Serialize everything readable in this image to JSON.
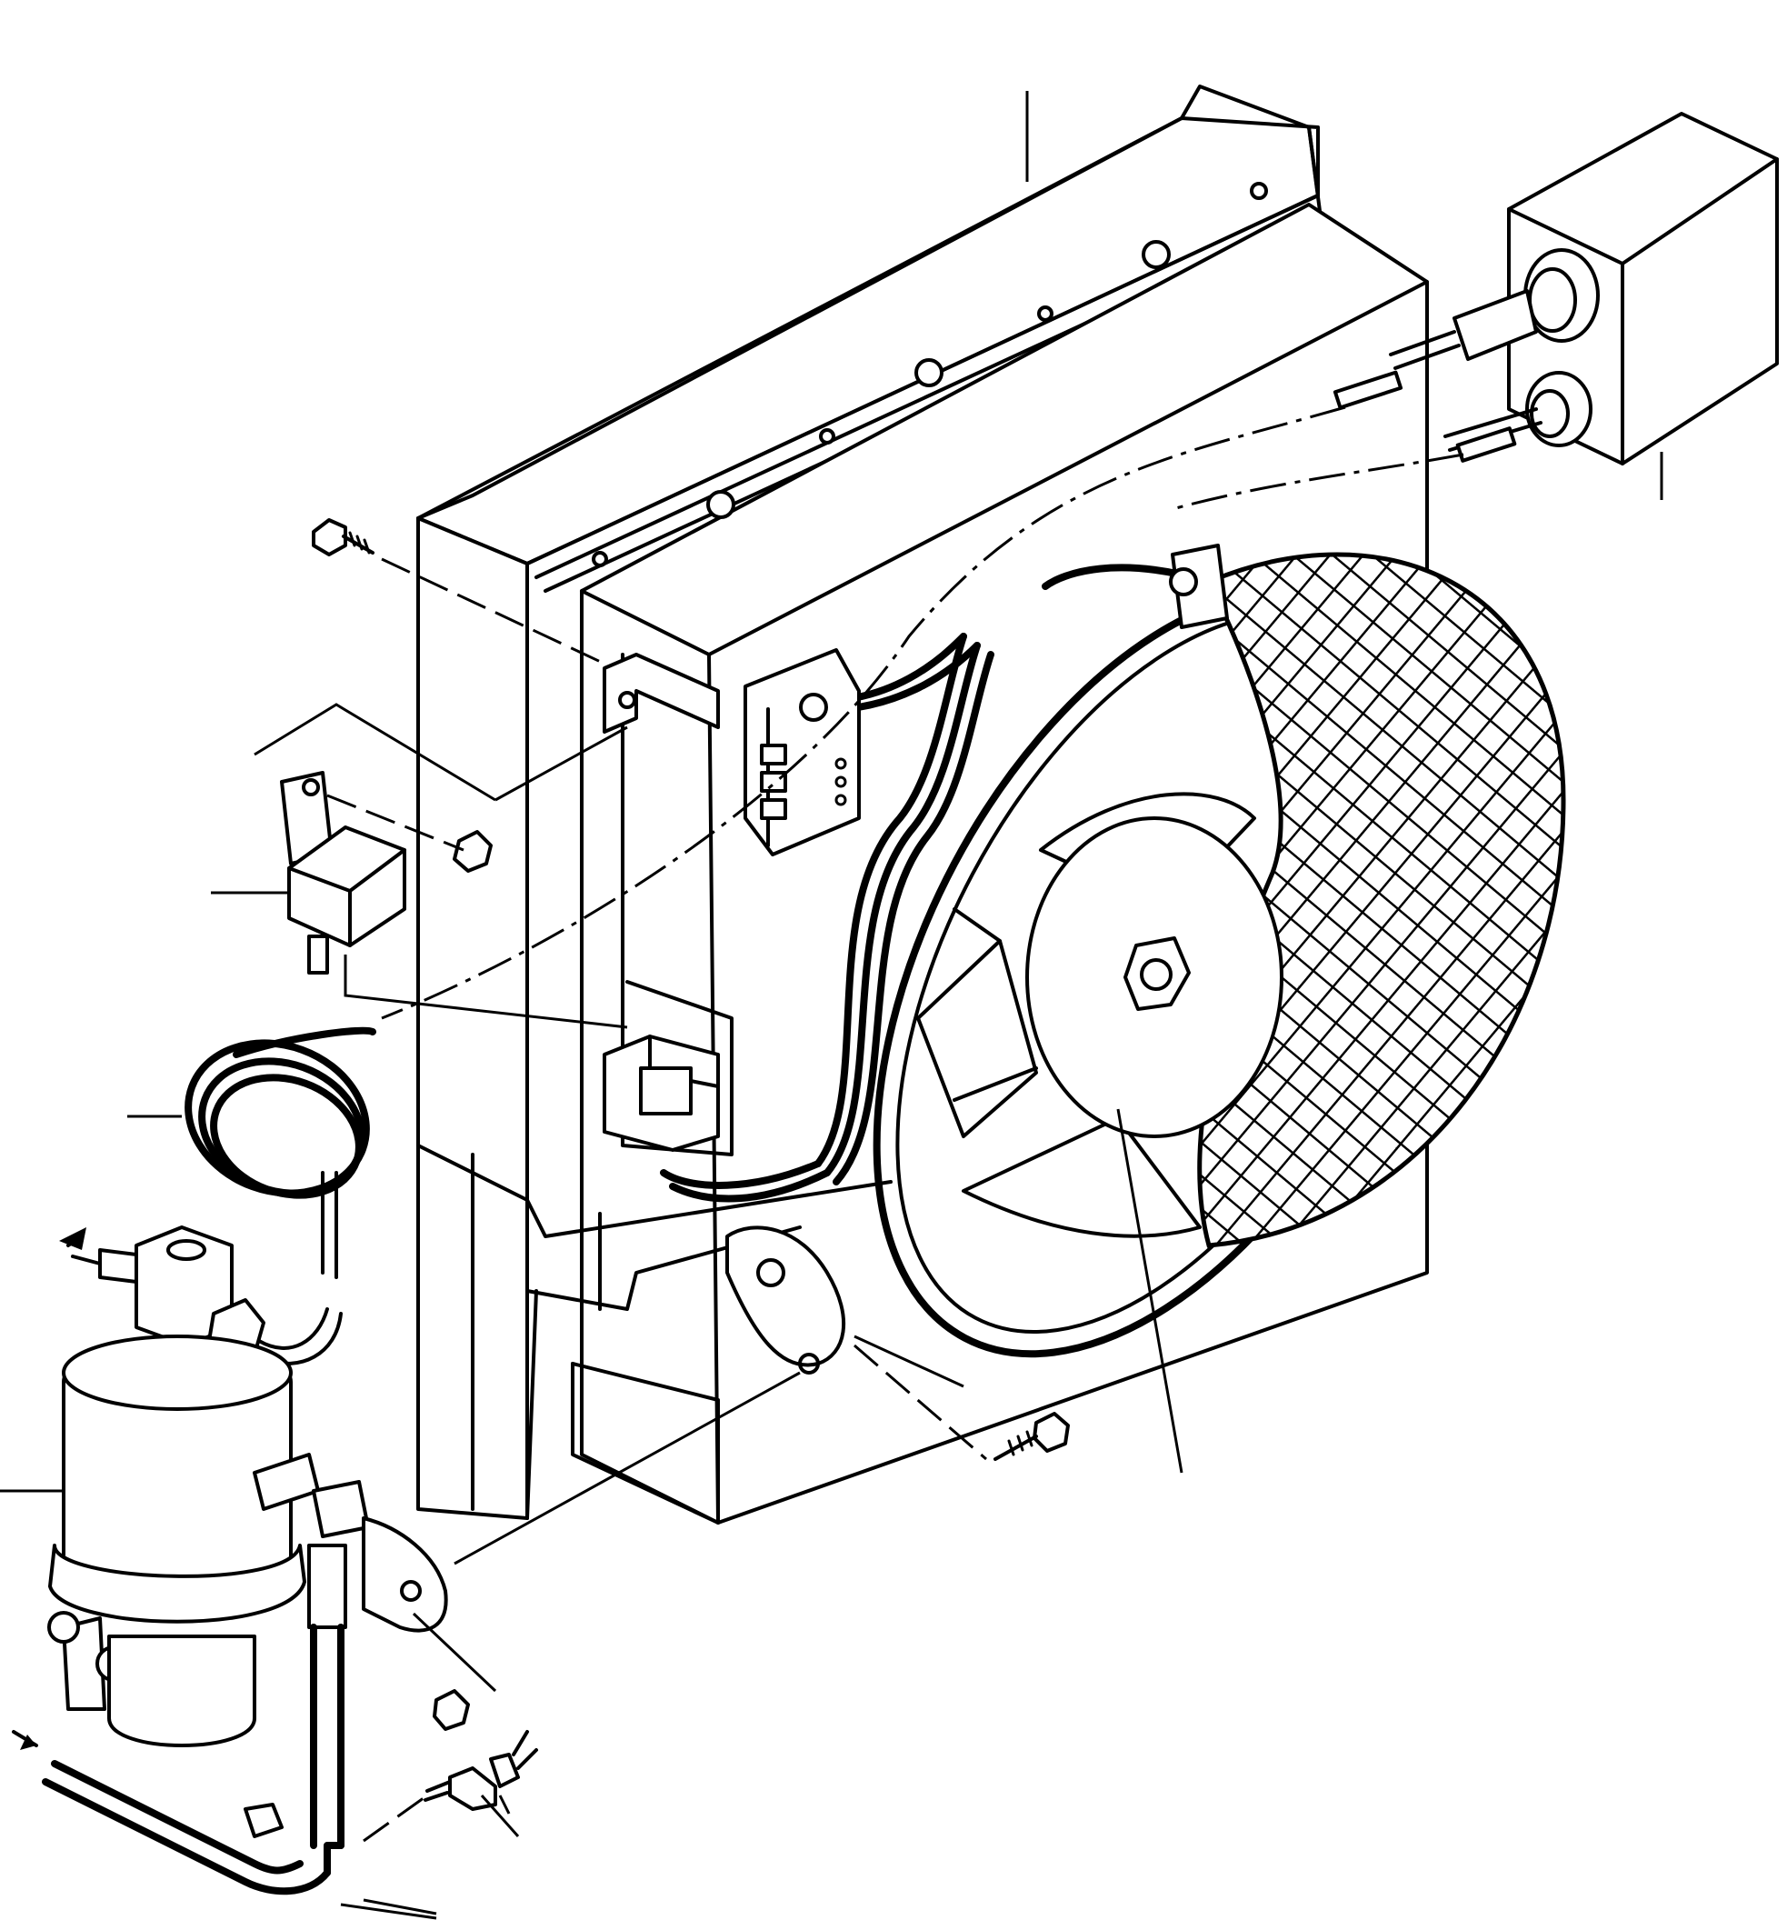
{
  "figure": {
    "description_visible_text": "",
    "callouts": [
      {
        "id": "condenser-unit"
      },
      {
        "id": "pressure-switch-box"
      },
      {
        "id": "relay"
      },
      {
        "id": "coiled-tube"
      },
      {
        "id": "receiver-drier"
      },
      {
        "id": "fan-motor"
      },
      {
        "id": "outlet-pipe"
      },
      {
        "id": "sensor-switch"
      }
    ],
    "colors": {
      "line": "#000000",
      "background": "#ffffff"
    }
  }
}
